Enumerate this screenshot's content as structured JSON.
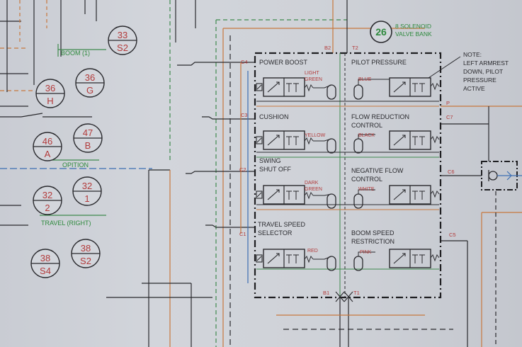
{
  "colors": {
    "wire_black": "#2a2a2e",
    "wire_orange": "#c8783e",
    "wire_green": "#3f8a4e",
    "wire_blue": "#3d6fb3",
    "label_red": "#b23a3a",
    "label_green": "#2f8a3e"
  },
  "header": {
    "bank_number": "26",
    "bank_line1": "8 SOLENOID",
    "bank_line2": "VALVE BANK"
  },
  "note": {
    "line1": "NOTE:",
    "line2": "LEFT ARMREST",
    "line3": "DOWN, PILOT",
    "line4": "PRESSURE",
    "line5": "ACTIVE"
  },
  "group_labels": {
    "boom": "BOOM (1)",
    "option": "OPITION",
    "travel": "TRAVEL (RIGHT)"
  },
  "circles": [
    {
      "top": "33",
      "bottom": "S2"
    },
    {
      "top": "36",
      "bottom": "G"
    },
    {
      "top": "36",
      "bottom": "H"
    },
    {
      "top": "46",
      "bottom": "A"
    },
    {
      "top": "47",
      "bottom": "B"
    },
    {
      "top": "32",
      "bottom": "2"
    },
    {
      "top": "32",
      "bottom": "1"
    },
    {
      "top": "38",
      "bottom": "S4"
    },
    {
      "top": "38",
      "bottom": "S2"
    }
  ],
  "connectors": {
    "c1": "C1",
    "c2": "C2",
    "c3": "C3",
    "c4": "C4",
    "c5": "C5",
    "c6": "C6",
    "c7": "C7",
    "b1": "B1",
    "b2": "B2",
    "t1": "T1",
    "t2": "T2",
    "p": "P"
  },
  "valves": {
    "power_boost": {
      "title": "POWER BOOST",
      "wire_line1": "LIGHT",
      "wire_line2": "GREEN"
    },
    "pilot_pressure": {
      "title": "PILOT PRESSURE",
      "wire": "BLUE"
    },
    "cushion": {
      "title": "CUSHION",
      "wire": "YELLOW"
    },
    "flow_reduction": {
      "title_line1": "FLOW REDUCTION",
      "title_line2": "CONTROL",
      "wire": "BLACK"
    },
    "swing_shut_off": {
      "title_line1": "SWING",
      "title_line2": "SHUT OFF",
      "wire_line1": "DARK",
      "wire_line2": "GREEN"
    },
    "negative_flow": {
      "title_line1": "NEGATIVE FLOW",
      "title_line2": "CONTROL",
      "wire": "WHITE"
    },
    "travel_speed": {
      "title_line1": "TRAVEL SPEED",
      "title_line2": "SELECTOR",
      "wire": "RED"
    },
    "boom_speed": {
      "title_line1": "BOOM SPEED",
      "title_line2": "RESTRICTION",
      "wire": "PINK"
    }
  }
}
